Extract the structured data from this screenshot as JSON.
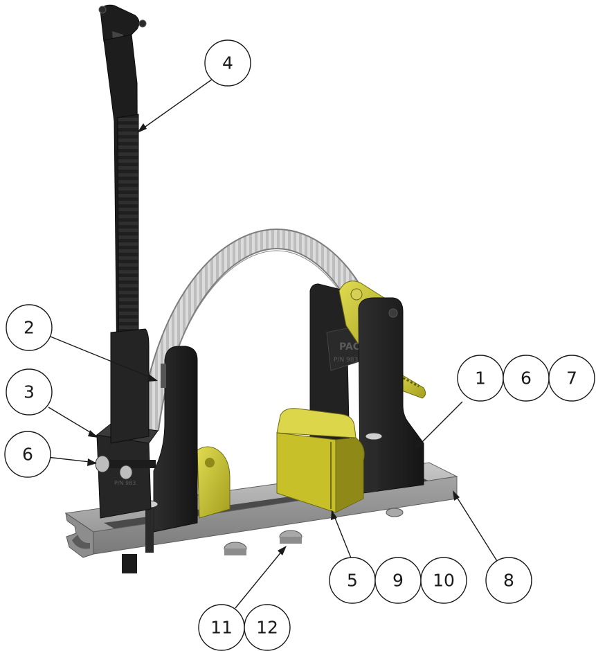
{
  "colors": {
    "black_part": "#1e1e1e",
    "black_shade": "#2c2c2c",
    "black_edge": "#0f0f0f",
    "yellow_part": "#c9c22a",
    "yellow_shade": "#8f8a18",
    "yellow_light": "#e0db52",
    "rail": "#9a9a9a",
    "rail_dark": "#6c6c6c",
    "rail_light": "#c4c4c4",
    "strap": "#d6d6d6",
    "strap_edge": "#8a8a8a",
    "bolt": "#b9b9b9"
  },
  "part_text": {
    "clip_label": "PAC",
    "clip_subtext": "P/N 983",
    "block_label": "P/N 983"
  },
  "balloons": [
    {
      "id": "b1",
      "text": "1"
    },
    {
      "id": "b2",
      "text": "2"
    },
    {
      "id": "b3",
      "text": "3"
    },
    {
      "id": "b4",
      "text": "4"
    },
    {
      "id": "b5",
      "text": "5"
    },
    {
      "id": "b6a",
      "text": "6"
    },
    {
      "id": "b6b",
      "text": "6"
    },
    {
      "id": "b7",
      "text": "7"
    },
    {
      "id": "b8",
      "text": "8"
    },
    {
      "id": "b9",
      "text": "9"
    },
    {
      "id": "b10",
      "text": "10"
    },
    {
      "id": "b11",
      "text": "11"
    },
    {
      "id": "b12",
      "text": "12"
    }
  ]
}
